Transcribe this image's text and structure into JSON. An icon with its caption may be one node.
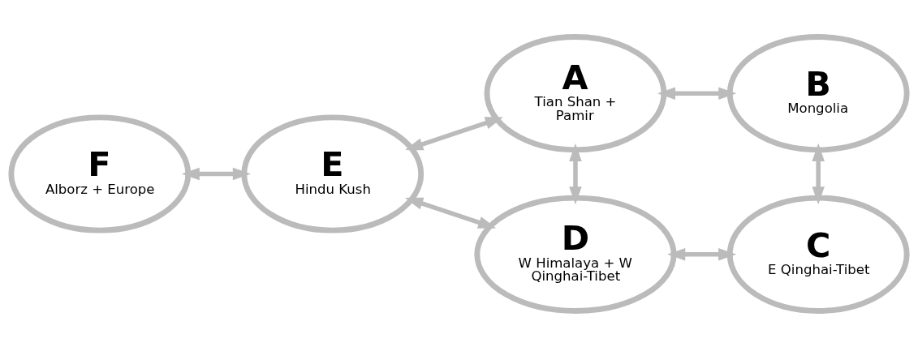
{
  "diagram": {
    "nodes": [
      {
        "text": [
          "A",
          "Tian Shan + Pamir"
        ]
      },
      {
        "text": [
          "B",
          "Mongolia"
        ]
      },
      {
        "text": [
          "F",
          "Alborz + Europe"
        ]
      },
      {
        "text": [
          "E",
          "Hindu Kush"
        ]
      },
      {
        "text": [
          "D",
          "W Himalaya + W Qinghai-Tibet"
        ]
      },
      {
        "text": [
          "C",
          "E Qinghai-Tibet"
        ]
      }
    ],
    "edges": [
      {
        "from": 2,
        "to": 3,
        "arrow": "both"
      },
      {
        "from": 3,
        "to": 0,
        "arrow": "both"
      },
      {
        "from": 3,
        "to": 4,
        "arrow": "both"
      },
      {
        "from": 0,
        "to": 1,
        "arrow": "both"
      },
      {
        "from": 0,
        "to": 4,
        "arrow": "both"
      },
      {
        "from": 1,
        "to": 5,
        "arrow": "both"
      },
      {
        "from": 4,
        "to": 5,
        "arrow": "both"
      }
    ]
  }
}
